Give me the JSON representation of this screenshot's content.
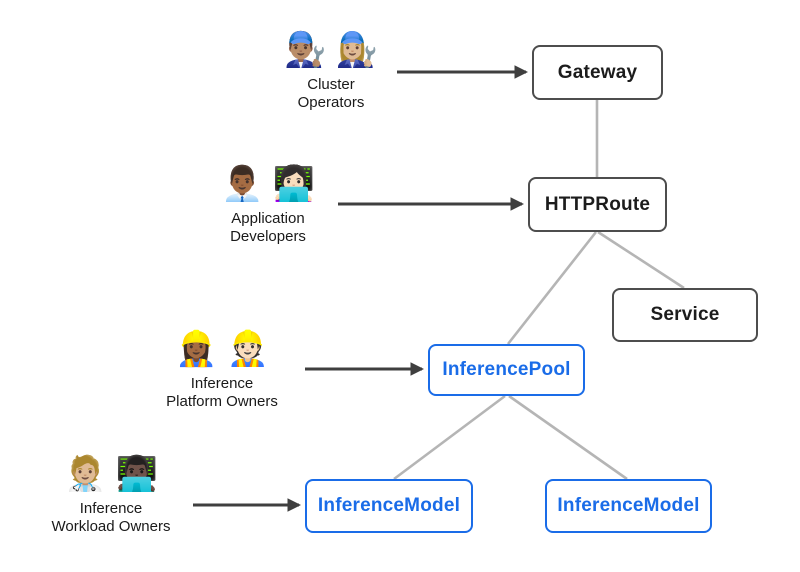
{
  "diagram": {
    "description": "Gateway API inference extension resource-ownership diagram"
  },
  "colors": {
    "dark_node_border": "#4d4d4d",
    "dark_node_text": "#1c1c1c",
    "blue_node": "#1a6ce8",
    "connector_gray": "#b5b5b5",
    "arrow_dark": "#3f3f3f",
    "background": "#ffffff"
  },
  "nodes": [
    {
      "id": "gateway",
      "label": "Gateway",
      "style": "dark"
    },
    {
      "id": "httproute",
      "label": "HTTPRoute",
      "style": "dark"
    },
    {
      "id": "service",
      "label": "Service",
      "style": "dark"
    },
    {
      "id": "inferencepool",
      "label": "InferencePool",
      "style": "blue"
    },
    {
      "id": "inferencemodel-left",
      "label": "InferenceModel",
      "style": "blue"
    },
    {
      "id": "inferencemodel-right",
      "label": "InferenceModel",
      "style": "blue"
    }
  ],
  "actors": [
    {
      "id": "cluster-operators",
      "emoji": "👨🏽‍🔧 👩🏼‍🔧",
      "lines": [
        "Cluster",
        "Operators"
      ],
      "points_to": "Gateway"
    },
    {
      "id": "application-developers",
      "emoji": "👨🏾‍💼 👩🏻‍💻",
      "lines": [
        "Application",
        "Developers"
      ],
      "points_to": "HTTPRoute"
    },
    {
      "id": "inference-platform-owners",
      "emoji": "👷🏾‍♀️ 👷🏻",
      "lines": [
        "Inference",
        "Platform Owners"
      ],
      "points_to": "InferencePool"
    },
    {
      "id": "inference-workload-owners",
      "emoji": "🧑🏼‍⚕️ 👨🏿‍💻",
      "lines": [
        "Inference",
        "Workload Owners"
      ],
      "points_to": "InferenceModel"
    }
  ]
}
